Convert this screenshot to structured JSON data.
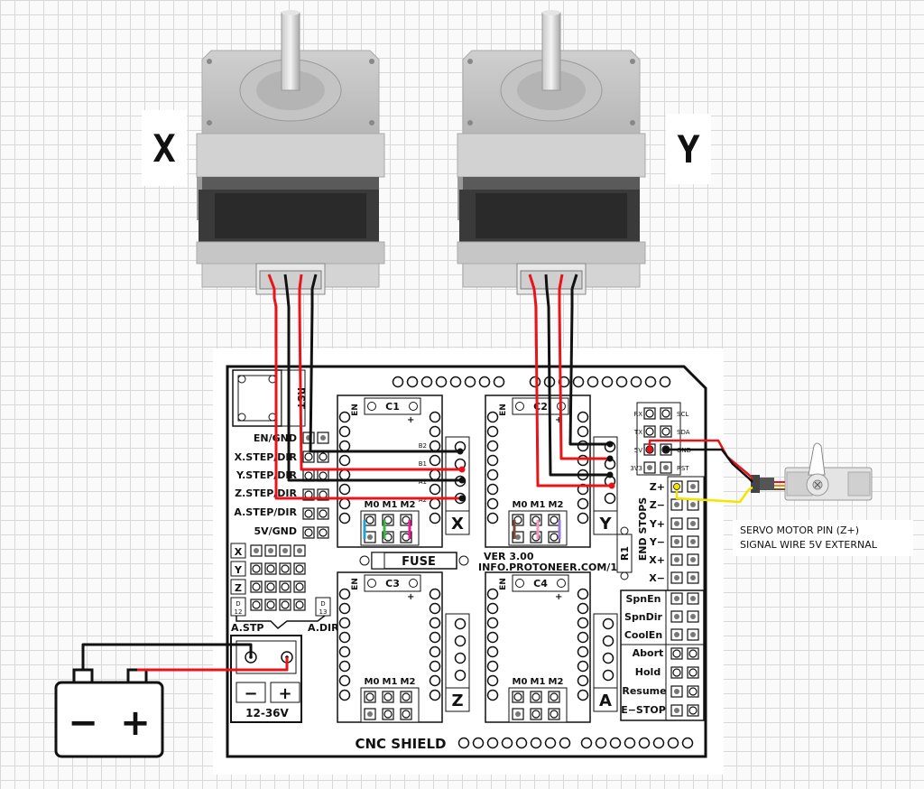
{
  "motor_x_label": "X",
  "motor_y_label": "Y",
  "board": {
    "rst": "RST",
    "left_pins": [
      "EN/GND",
      "X.STEP/DIR",
      "Y.STEP/DIR",
      "Z.STEP/DIR",
      "A.STEP/DIR",
      "5V/GND"
    ],
    "axis_rows": [
      "X",
      "Y",
      "Z"
    ],
    "d12": "D\n12",
    "d13": "D\n13",
    "a_stp": "A.STP",
    "a_dir": "A.DIR",
    "power_minus": "−",
    "power_plus": "+",
    "power_voltage": "12-36V",
    "fuse": "FUSE",
    "ver": "VER 3.00",
    "url": "INFO.PROTONEER.COM/1",
    "r1": "R1",
    "cnc_shield": "CNC SHIELD",
    "end_stops": "END STOPS",
    "ic_pins_left": [
      "RX",
      "TX",
      "5V",
      "3V3"
    ],
    "ic_pins_right": [
      "SCL",
      "SDA",
      "GND",
      "RST"
    ],
    "end_stop_pins": [
      "Z+",
      "Z−",
      "Y+",
      "Y−",
      "X+",
      "X−"
    ],
    "control_pins": [
      "SpnEn",
      "SpnDir",
      "CoolEn",
      "Abort",
      "Hold",
      "Resume",
      "E−STOP"
    ],
    "drivers": [
      {
        "cap": "C1",
        "axis": "X",
        "en": "EN",
        "m": [
          "M0",
          "M1",
          "M2"
        ],
        "coil": [
          "B2",
          "B1",
          "A1",
          "A2"
        ]
      },
      {
        "cap": "C2",
        "axis": "Y",
        "en": "EN",
        "m": [
          "M0",
          "M1",
          "M2"
        ]
      },
      {
        "cap": "C3",
        "axis": "Z",
        "en": "EN",
        "m": [
          "M0",
          "M1",
          "M2"
        ]
      },
      {
        "cap": "C4",
        "axis": "A",
        "en": "EN",
        "m": [
          "M0",
          "M1",
          "M2"
        ]
      }
    ]
  },
  "battery": {
    "minus": "−",
    "plus": "+"
  },
  "servo_note": [
    "SERVO MOTOR PIN (Z+)",
    "SIGNAL WIRE 5V EXTERNAL"
  ],
  "colors": {
    "wire_red": "#e8141a",
    "wire_black": "#111111",
    "wire_yellow": "#f2e600",
    "board": "#ffffff"
  }
}
